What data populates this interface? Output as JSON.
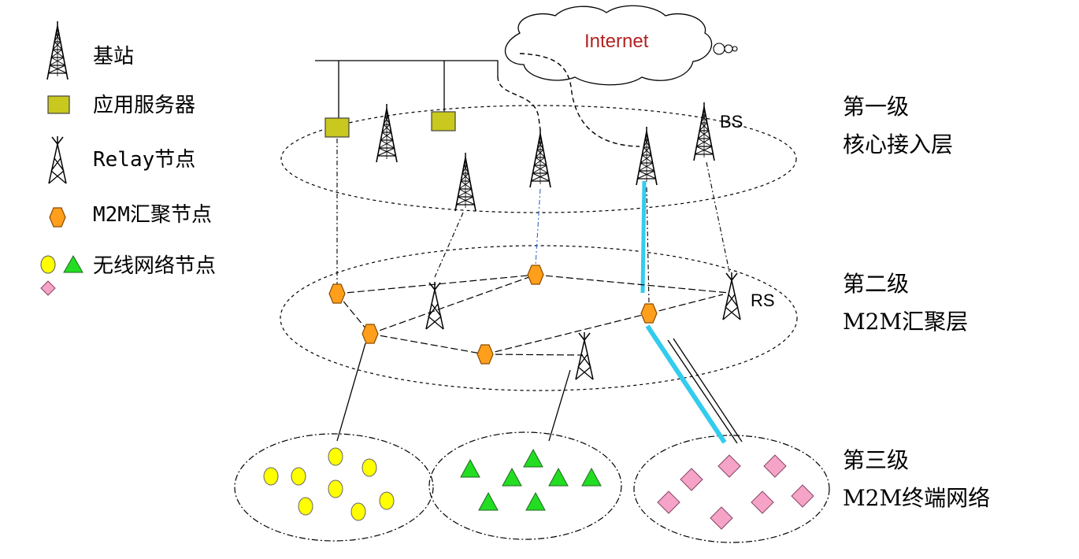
{
  "legend": {
    "base_station": "基站",
    "app_server": "应用服务器",
    "relay_node": "Relay节点",
    "m2m_aggregation_node": "M2M汇聚节点",
    "wireless_node": "无线网络节点"
  },
  "cloud": {
    "label": "Internet",
    "color": "#b22222"
  },
  "tags": {
    "bs": "BS",
    "rs": "RS"
  },
  "layers": [
    {
      "level": "第一级",
      "name": "核心接入层"
    },
    {
      "level": "第二级",
      "name": "M2M汇聚层"
    },
    {
      "level": "第三级",
      "name": "M2M终端网络"
    }
  ],
  "colors": {
    "server": "#c8c81e",
    "aggregation": "#ff9f1c",
    "circle_node": "#ffff00",
    "triangle_node": "#22dd22",
    "diamond_node": "#f5a3c7",
    "highlight_link": "#33ccee"
  },
  "icons": {
    "base_station": "lattice-tower-icon",
    "relay": "relay-tower-icon",
    "aggregation": "hexagon-icon",
    "server": "square-icon",
    "circle": "circle-icon",
    "triangle": "triangle-icon",
    "diamond": "diamond-icon",
    "cloud": "cloud-icon"
  }
}
